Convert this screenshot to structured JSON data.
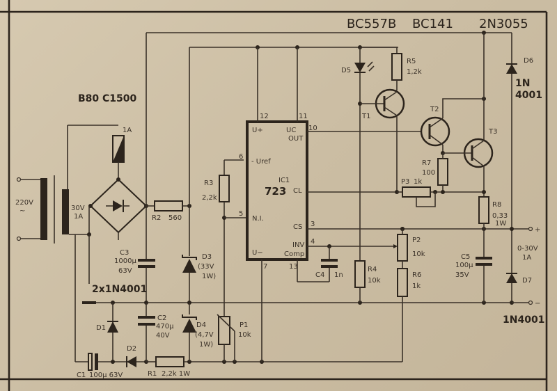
{
  "header": {
    "t_types": [
      "BC557B",
      "BC141",
      "2N3055"
    ]
  },
  "bridge": {
    "name": "B80 C1500",
    "fuse": "1A"
  },
  "transformer": {
    "primary": "220V",
    "ac": "~",
    "secondary_v": "30V",
    "secondary_a": "1A"
  },
  "ic": {
    "ref": "IC1",
    "type": "723",
    "pins": {
      "up": "U+",
      "uc": "UC",
      "out": "OUT",
      "uref": "- Uref",
      "ni": "N.I.",
      "cl": "CL",
      "cs": "CS",
      "inv": "INV",
      "comp": "Comp",
      "um": "U−"
    },
    "pin_nums": {
      "p12": "12",
      "p11": "11",
      "p10": "10",
      "p6": "6",
      "p5": "5",
      "p3": "3",
      "p4": "4",
      "p7": "7",
      "p13": "13"
    }
  },
  "components": {
    "R1": {
      "ref": "R1",
      "val": "2,2k 1W"
    },
    "R2": {
      "ref": "R2",
      "val": "560"
    },
    "R3": {
      "ref": "R3",
      "val": "2,2k"
    },
    "R4": {
      "ref": "R4",
      "val": "10k"
    },
    "R5": {
      "ref": "R5",
      "val": "1,2k"
    },
    "R6": {
      "ref": "R6",
      "val": "1k"
    },
    "R7": {
      "ref": "R7",
      "val": "100"
    },
    "R8": {
      "ref": "R8",
      "val": "0,33",
      "val2": "1W"
    },
    "P1": {
      "ref": "P1",
      "val": "10k"
    },
    "P2": {
      "ref": "P2",
      "val": "10k"
    },
    "P3": {
      "ref": "P3",
      "val": "1k"
    },
    "C1": {
      "ref": "C1",
      "val": "100µ 63V"
    },
    "C2": {
      "ref": "C2",
      "val": "470µ",
      "val2": "40V"
    },
    "C3": {
      "ref": "C3",
      "val": "1000µ",
      "val2": "63V"
    },
    "C4": {
      "ref": "C4",
      "val": "1n"
    },
    "C5": {
      "ref": "C5",
      "val": "100µ",
      "val2": "35V"
    },
    "D1": {
      "ref": "D1"
    },
    "D2": {
      "ref": "D2"
    },
    "D3": {
      "ref": "D3",
      "val": "(33V",
      "val2": "1W)"
    },
    "D4": {
      "ref": "D4",
      "val": "(4,7V",
      "val2": "1W)"
    },
    "D5": {
      "ref": "D5"
    },
    "D6": {
      "ref": "D6",
      "val": "1N",
      "val2": "4001"
    },
    "D7": {
      "ref": "D7"
    },
    "T1": {
      "ref": "T1"
    },
    "T2": {
      "ref": "T2"
    },
    "T3": {
      "ref": "T3"
    }
  },
  "diodes_note": "2x1N4001",
  "output": {
    "plus": "+",
    "minus": "−",
    "range": "0-30V",
    "current": "1A",
    "d7_type": "1N4001"
  }
}
